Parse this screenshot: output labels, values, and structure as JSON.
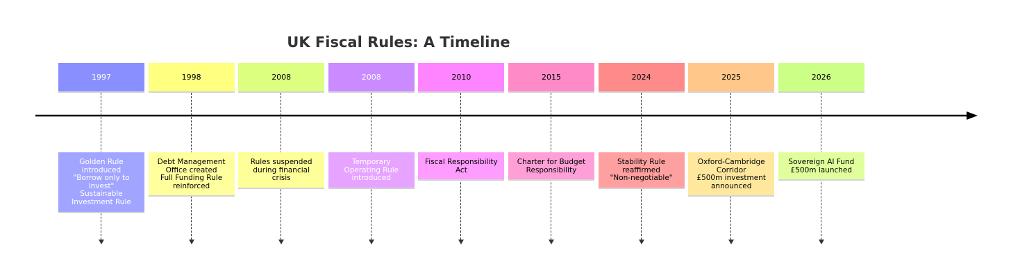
{
  "diagram": {
    "title": "UK Fiscal Rules: A Timeline",
    "events": [
      {
        "year": "1997",
        "text": "Golden Rule\nintroduced\n\"Borrow only to\ninvest\"\nSustainable\nInvestment Rule",
        "year_color": "#8a8fff",
        "event_color": "#a2a5ff",
        "text_color": "#ffffff"
      },
      {
        "year": "1998",
        "text": "Debt Management\nOffice created\nFull Funding Rule\nreinforced",
        "year_color": "#ffff80",
        "event_color": "#ffff9e",
        "text_color": "#000000"
      },
      {
        "year": "2008",
        "text": "Rules suspended\nduring financial\ncrisis",
        "year_color": "#dcff7f",
        "event_color": "#ffff99",
        "text_color": "#000000"
      },
      {
        "year": "2008",
        "text": "Temporary\nOperating Rule\nintroduced",
        "year_color": "#c98bff",
        "event_color": "#e6a3ff",
        "text_color": "#ffffff"
      },
      {
        "year": "2010",
        "text": "Fiscal Responsibility\nAct",
        "year_color": "#ff84ff",
        "event_color": "#ff9cff",
        "text_color": "#000000"
      },
      {
        "year": "2015",
        "text": "Charter for Budget\nResponsibility",
        "year_color": "#ff8ac8",
        "event_color": "#ff9fd8",
        "text_color": "#000000"
      },
      {
        "year": "2024",
        "text": "Stability Rule\nreaffirmed\n\"Non-negotiable\"",
        "year_color": "#ff8a8a",
        "event_color": "#ffa0a0",
        "text_color": "#000000"
      },
      {
        "year": "2025",
        "text": "Oxford-Cambridge\nCorridor\n£500m investment\nannounced",
        "year_color": "#ffc78a",
        "event_color": "#ffe89e",
        "text_color": "#000000"
      },
      {
        "year": "2026",
        "text": "Sovereign AI Fund\n£500m launched",
        "year_color": "#ccff85",
        "event_color": "#e0ff9c",
        "text_color": "#000000"
      }
    ]
  }
}
